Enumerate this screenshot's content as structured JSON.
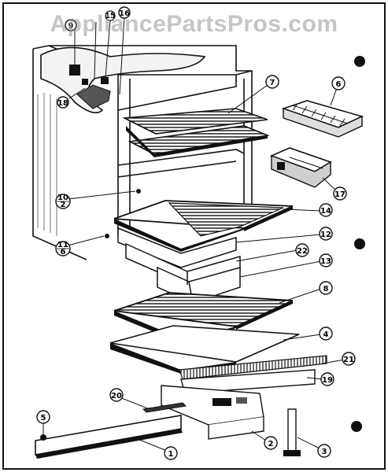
{
  "watermark": "AppliancePartsPros.com",
  "colors": {
    "ink": "#111111",
    "paper": "#ffffff",
    "watermark": "#969696"
  },
  "parts": [
    {
      "id": "p1",
      "label": "1"
    },
    {
      "id": "p2",
      "label": "2"
    },
    {
      "id": "p3",
      "label": "3"
    },
    {
      "id": "p4",
      "label": "4"
    },
    {
      "id": "p5",
      "label": "5"
    },
    {
      "id": "p6",
      "label": "6"
    },
    {
      "id": "p7",
      "label": "7"
    },
    {
      "id": "p8",
      "label": "8"
    },
    {
      "id": "p9",
      "label": "9"
    },
    {
      "id": "p10",
      "label": "10",
      "sub": "2"
    },
    {
      "id": "p11",
      "label": "11",
      "sub": "6"
    },
    {
      "id": "p12",
      "label": "12"
    },
    {
      "id": "p13",
      "label": "13"
    },
    {
      "id": "p14",
      "label": "14"
    },
    {
      "id": "p15",
      "label": "15"
    },
    {
      "id": "p16",
      "label": "16"
    },
    {
      "id": "p17",
      "label": "17"
    },
    {
      "id": "p18",
      "label": "18"
    },
    {
      "id": "p19",
      "label": "19"
    },
    {
      "id": "p20",
      "label": "20"
    },
    {
      "id": "p21",
      "label": "21"
    },
    {
      "id": "p22",
      "label": "22"
    }
  ]
}
